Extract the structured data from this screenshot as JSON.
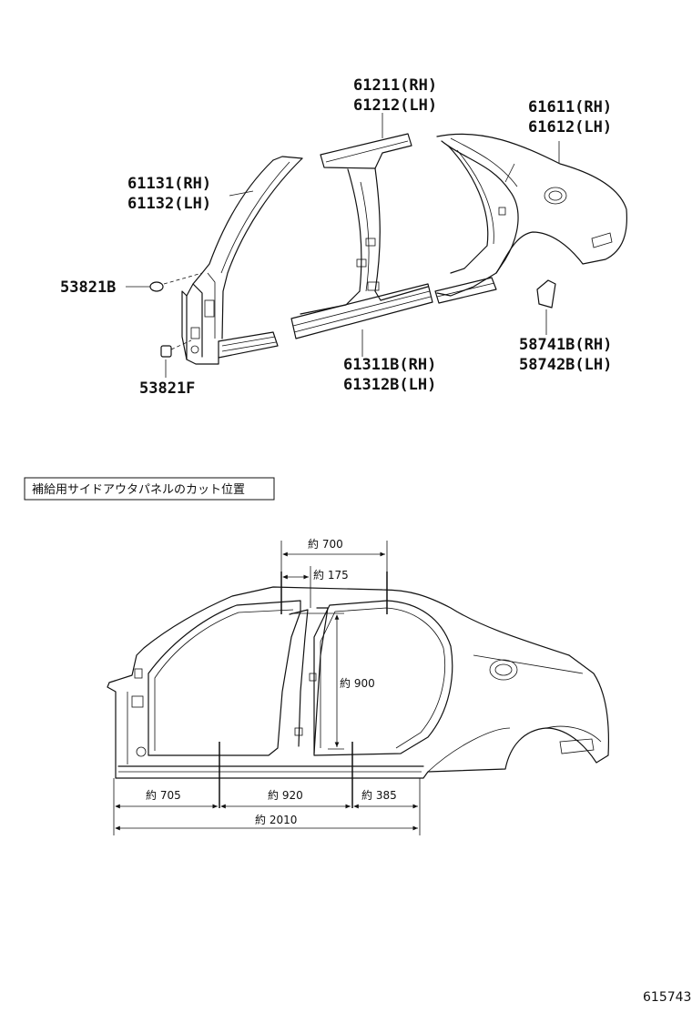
{
  "parts": [
    {
      "id": "roof-rail",
      "line1": "61211(RH)",
      "line2": "61212(LH)"
    },
    {
      "id": "quarter-panel",
      "line1": "61611(RH)",
      "line2": "61612(LH)"
    },
    {
      "id": "front-pillar",
      "line1": "61131(RH)",
      "line2": "61132(LH)"
    },
    {
      "id": "plug-b",
      "line1": "53821B"
    },
    {
      "id": "plug-f",
      "line1": "53821F"
    },
    {
      "id": "rocker",
      "line1": "61311B(RH)",
      "line2": "61312B(LH)"
    },
    {
      "id": "mud-guard",
      "line1": "58741B(RH)",
      "line2": "58742B(LH)"
    }
  ],
  "note": "補給用サイドアウタパネルのカット位置",
  "dimensions": {
    "top_700": "約 700",
    "top_175": "約 175",
    "vertical_900": "約 900",
    "bottom_705": "約 705",
    "bottom_920": "約 920",
    "bottom_385": "約 385",
    "bottom_2010": "約 2010"
  },
  "figure_id": "615743"
}
